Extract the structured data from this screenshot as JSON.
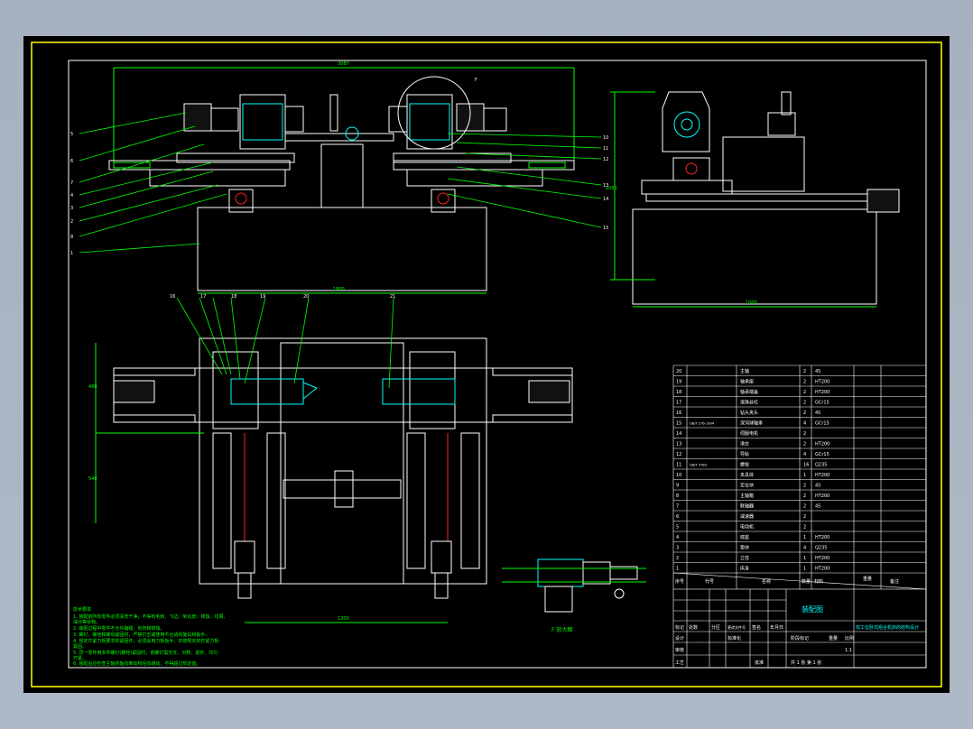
{
  "colors": {
    "background": "#000000",
    "frame": "#ffff00",
    "outline": "#ffffff",
    "dimension": "#00ff00",
    "highlight": "#00ffff",
    "motor": "#e8e8e8",
    "accent_red": "#ff2020",
    "viewport": "#a9b4c2"
  },
  "drawing": {
    "front_view": {
      "top_dim": "3087",
      "base_dim": "1800",
      "callouts_left": [
        "5",
        "6",
        "7",
        "4",
        "3",
        "2",
        "8",
        "1"
      ],
      "callouts_right": [
        "10",
        "11",
        "12",
        "13",
        "14",
        "15"
      ],
      "detail_tag": "F"
    },
    "side_view": {
      "base_dim": "1000",
      "height_dim": "1050"
    },
    "top_view": {
      "callouts": [
        "16",
        "17",
        "18",
        "19",
        "20",
        "21"
      ],
      "left_dims": [
        "480",
        "540"
      ],
      "bottom_dim": "1200"
    },
    "detail_view": {
      "label": "F 放大图"
    },
    "tech_notes": {
      "title": "技术要求",
      "lines": [
        "1. 装配前所有零件必须清洗干净，不得有毛刺、飞边、氧化皮、锈蚀、切屑、",
        "   油污等杂物。",
        "2. 装配过程中零件不允许磕碰、划伤和锈蚀。",
        "3. 螺钉、螺栓和螺母紧固时，严禁打击或使用不合适的旋具和扳手。",
        "4. 规定拧紧力矩要求的紧固件，必须采用力矩扳手，并按规定的拧紧力矩",
        "   紧固。",
        "5. 同一零件用多件螺钉(螺栓)紧固时，各螺钉需交叉、对称、逐步、均匀",
        "   拧紧。",
        "6. 装配后应检查主轴的轴向窜动和径向跳动，不得超过规定值。"
      ]
    }
  },
  "bom": {
    "rows": [
      {
        "no": "20",
        "code": "",
        "name": "主轴",
        "qty": "2",
        "mat": "45"
      },
      {
        "no": "19",
        "code": "",
        "name": "轴承座",
        "qty": "2",
        "mat": "HT200"
      },
      {
        "no": "18",
        "code": "",
        "name": "轴承端盖",
        "qty": "2",
        "mat": "HT200"
      },
      {
        "no": "17",
        "code": "",
        "name": "滚珠丝杠",
        "qty": "2",
        "mat": "GCr15"
      },
      {
        "no": "16",
        "code": "",
        "name": "钻头夹头",
        "qty": "2",
        "mat": "45"
      },
      {
        "no": "15",
        "code": "GB/T 276-1994",
        "name": "深沟球轴承",
        "qty": "4",
        "mat": "GCr15"
      },
      {
        "no": "14",
        "code": "",
        "name": "伺服电机",
        "qty": "2",
        "mat": ""
      },
      {
        "no": "13",
        "code": "",
        "name": "滑台",
        "qty": "2",
        "mat": "HT200"
      },
      {
        "no": "12",
        "code": "",
        "name": "导轨",
        "qty": "4",
        "mat": "GCr15"
      },
      {
        "no": "11",
        "code": "GB/T 5783",
        "name": "螺栓",
        "qty": "16",
        "mat": "Q235"
      },
      {
        "no": "10",
        "code": "",
        "name": "夹具体",
        "qty": "1",
        "mat": "HT200"
      },
      {
        "no": "9",
        "code": "",
        "name": "定位块",
        "qty": "2",
        "mat": "45"
      },
      {
        "no": "8",
        "code": "",
        "name": "主轴箱",
        "qty": "2",
        "mat": "HT200"
      },
      {
        "no": "7",
        "code": "",
        "name": "联轴器",
        "qty": "2",
        "mat": "45"
      },
      {
        "no": "6",
        "code": "",
        "name": "减速器",
        "qty": "2",
        "mat": ""
      },
      {
        "no": "5",
        "code": "",
        "name": "电动机",
        "qty": "2",
        "mat": ""
      },
      {
        "no": "4",
        "code": "",
        "name": "底座",
        "qty": "1",
        "mat": "HT200"
      },
      {
        "no": "3",
        "code": "",
        "name": "垫块",
        "qty": "4",
        "mat": "Q235"
      },
      {
        "no": "2",
        "code": "",
        "name": "立柱",
        "qty": "1",
        "mat": "HT200"
      },
      {
        "no": "1",
        "code": "",
        "name": "床身",
        "qty": "1",
        "mat": "HT200"
      }
    ],
    "header": {
      "no": "序号",
      "code": "代号",
      "name": "名称",
      "qty": "数量",
      "mat": "材料",
      "weight": "重量",
      "remark": "备注"
    }
  },
  "title_block": {
    "drawing_name": "装配图",
    "product": "双工位卧式组合机床的结构设计",
    "labels": [
      "标记",
      "处数",
      "分区",
      "更改文件号",
      "签名",
      "年月日"
    ],
    "roles": [
      "设计",
      "审核",
      "工艺",
      "批准"
    ],
    "standardization": "标准化",
    "stage": "阶段标记",
    "weight": "重量",
    "scale": "比例",
    "scale_value": "1:1",
    "sheets": "共 1 张  第 1 张"
  }
}
